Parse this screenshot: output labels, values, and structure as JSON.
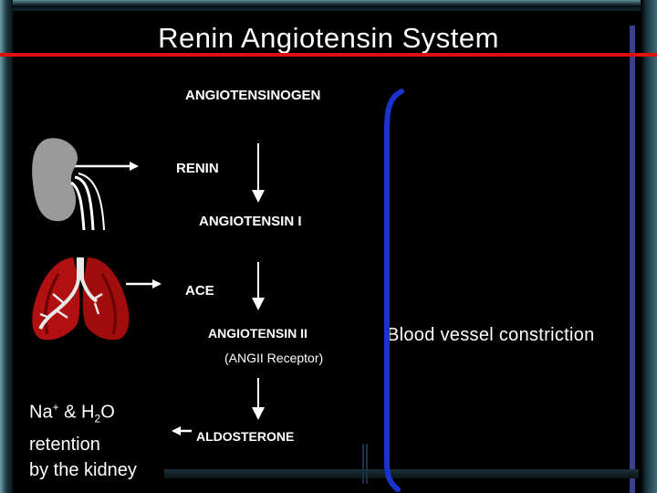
{
  "title": "Renin Angiotensin System",
  "steps": {
    "angiotensinogen": "ANGIOTENSINOGEN",
    "renin": "RENIN",
    "angiotensin1": "ANGIOTENSIN I",
    "ace": "ACE",
    "angiotensin2": "ANGIOTENSIN II",
    "receptor": "(ANGII Receptor)",
    "aldosterone": "ALDOSTERONE"
  },
  "effects": {
    "vessel": "Blood vessel constriction",
    "sodium_line1_a": "Na",
    "sodium_line1_sup": "+",
    "sodium_line1_b": " & H",
    "sodium_line1_sub": "2",
    "sodium_line1_c": "O",
    "sodium_line2": "retention",
    "sodium_line3": "by the kidney"
  },
  "colors": {
    "background": "#000000",
    "title_underline": "#e01010",
    "bracket": "#1a33cc",
    "kidney": "#9a9a9a",
    "lung": "#b01010"
  },
  "icons": {
    "kidney": "kidney-icon",
    "lungs": "lungs-icon"
  }
}
